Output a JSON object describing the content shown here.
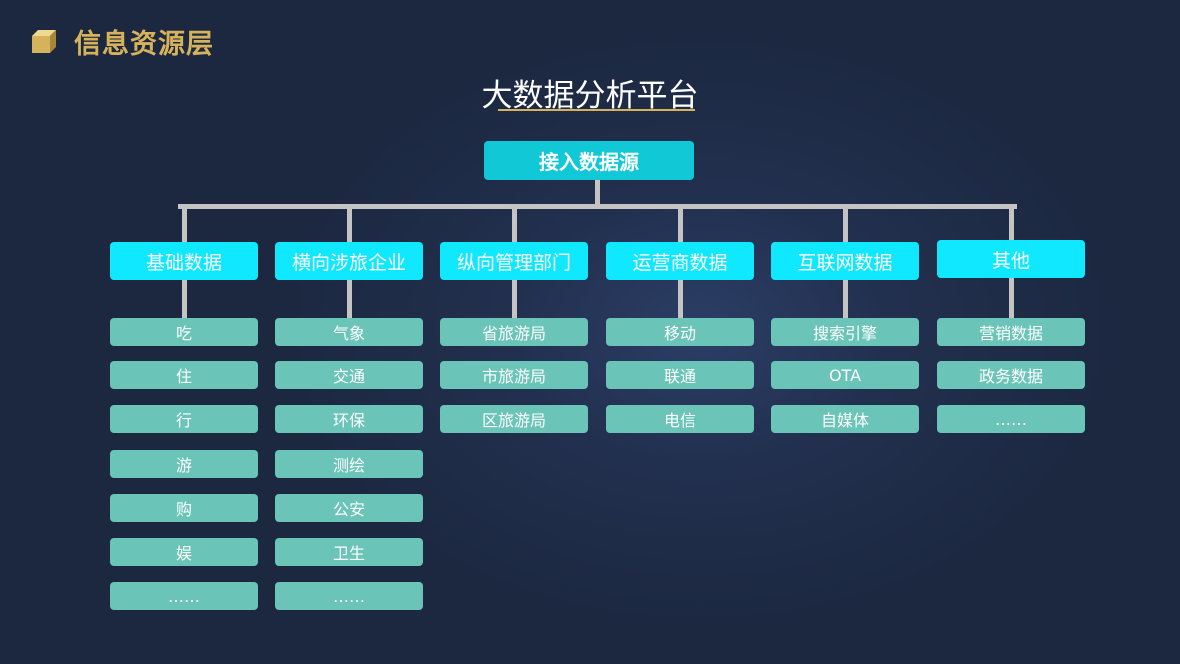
{
  "header": {
    "title": "信息资源层"
  },
  "main_title": "大数据分析平台",
  "root": {
    "label": "接入数据源"
  },
  "colors": {
    "accent_gold": "#d6b25a",
    "root_cyan": "#10c8d6",
    "category_cyan": "#10e8ff",
    "leaf_teal": "#6ac4b8"
  },
  "categories": [
    {
      "label": "基础数据",
      "items": [
        "吃",
        "住",
        "行",
        "游",
        "购",
        "娱",
        "……"
      ]
    },
    {
      "label": "横向涉旅企业",
      "items": [
        "气象",
        "交通",
        "环保",
        "测绘",
        "公安",
        "卫生",
        "……"
      ]
    },
    {
      "label": "纵向管理部门",
      "items": [
        "省旅游局",
        "市旅游局",
        "区旅游局"
      ]
    },
    {
      "label": "运营商数据",
      "items": [
        "移动",
        "联通",
        "电信"
      ]
    },
    {
      "label": "互联网数据",
      "items": [
        "搜索引擎",
        "OTA",
        "自媒体"
      ]
    },
    {
      "label": "其他",
      "items": [
        "营销数据",
        "政务数据",
        "……"
      ]
    }
  ]
}
